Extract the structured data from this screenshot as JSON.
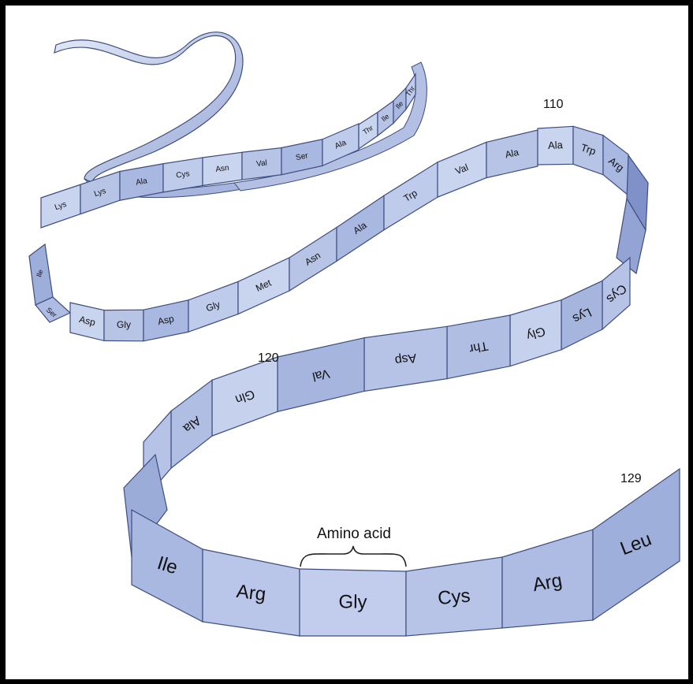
{
  "diagram": {
    "segments_small_loop": [
      "Thr",
      "Ile",
      "Ile",
      "Thr",
      "Ala",
      "Ser",
      "Val",
      "Asn",
      "Cys",
      "Ala",
      "Lys",
      "Lys",
      "Ile",
      "Ser",
      "Asp",
      "Gly",
      "Asp",
      "Gly",
      "Met",
      "Asn",
      "Ala",
      "Trp",
      "Val",
      "Ala",
      "Trp",
      "Arg"
    ],
    "segments_middle": [
      "Cys",
      "Lys",
      "Gly",
      "Thr",
      "Asp",
      "Val",
      "Gln",
      "Ala"
    ],
    "segments_bottom": [
      "Ile",
      "Arg",
      "Gly",
      "Cys",
      "Arg",
      "Leu"
    ],
    "position_markers": [
      "110",
      "120",
      "129"
    ],
    "annotation": "Amino acid"
  },
  "colors": {
    "ribbon_light": "#d2dcf2",
    "ribbon_dark": "#8596c9",
    "ribbon_outline": "#3d4d80",
    "frame": "#000000"
  }
}
